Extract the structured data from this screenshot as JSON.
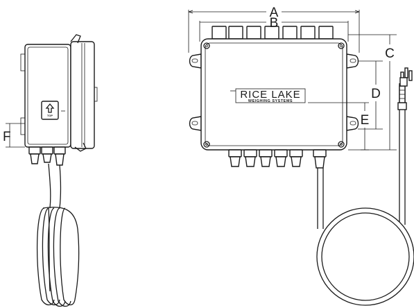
{
  "dimension_labels": {
    "a": "A",
    "b": "B",
    "c": "C",
    "d": "D",
    "e": "E",
    "f": "F"
  },
  "brand": {
    "name": "RICE LAKE",
    "tagline": "WEIGHING SYSTEMS"
  },
  "side_label": {
    "text": "TOP"
  }
}
